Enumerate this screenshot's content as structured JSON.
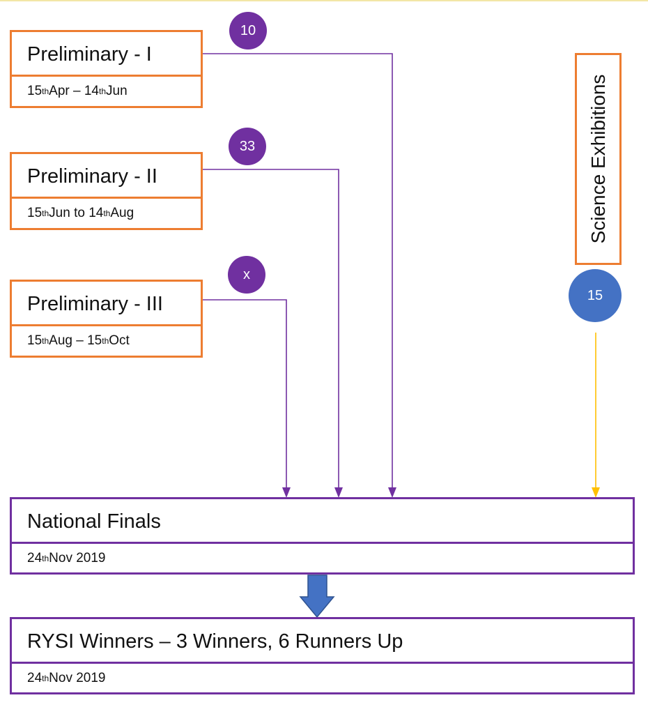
{
  "preliminaries": [
    {
      "title": "Preliminary - I",
      "date_a": "15",
      "sup_a": "th",
      "date_b": " Apr – 14",
      "sup_b": "th",
      "date_c": " Jun",
      "count": "10"
    },
    {
      "title": "Preliminary - II",
      "date_a": "15",
      "sup_a": "th",
      "date_b": " Jun to 14",
      "sup_b": "th",
      "date_c": " Aug",
      "count": "33"
    },
    {
      "title": "Preliminary - III",
      "date_a": "15",
      "sup_a": "th",
      "date_b": " Aug – 15",
      "sup_b": "th",
      "date_c": " Oct",
      "count": "x"
    }
  ],
  "science_exhibitions": {
    "label": "Science Exhibitions",
    "count": "15"
  },
  "national_finals": {
    "title": "National Finals",
    "date_a": "24",
    "sup_a": "th",
    "date_b": " Nov 2019"
  },
  "winners": {
    "title": "RYSI Winners – 3 Winners, 6 Runners Up",
    "date_a": "24",
    "sup_a": "th",
    "date_b": " Nov 2019"
  },
  "colors": {
    "preliminary_border": "#ed7d31",
    "finals_border": "#7030a0",
    "connector_purple": "#7030a0",
    "connector_yellow": "#ffc000",
    "count_badge": "#7030a0",
    "science_badge": "#4472c4",
    "down_arrow": "#4472c4"
  }
}
